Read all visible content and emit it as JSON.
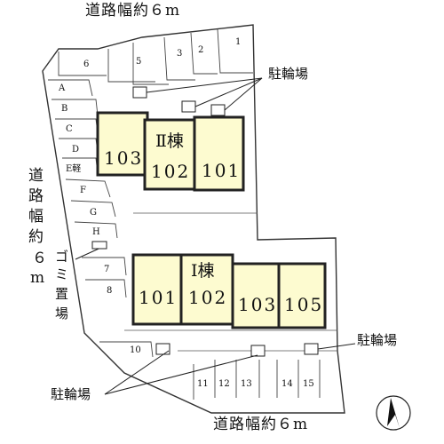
{
  "map": {
    "road_top": "道路幅約６m",
    "road_bottom": "道路幅約６m",
    "road_left": [
      "道",
      "路",
      "幅",
      "約",
      "６",
      "m"
    ],
    "garbage": [
      "ゴ",
      "ミ",
      "置",
      "場"
    ],
    "bicycle_labels": [
      "駐輪場",
      "駐輪場",
      "駐輪場"
    ],
    "parking_left": [
      "A",
      "B",
      "C",
      "D",
      "E軽",
      "F",
      "G",
      "H"
    ],
    "parking_top": [
      "6",
      "5",
      "3",
      "2",
      "1"
    ],
    "parking_left_lower": [
      "7",
      "8",
      "10"
    ],
    "parking_bottom": [
      "11",
      "12",
      "13",
      "14",
      "15"
    ],
    "building2": {
      "name": "Ⅱ棟",
      "units": [
        "103",
        "102",
        "101"
      ]
    },
    "building1": {
      "name": "Ⅰ棟",
      "units": [
        "101",
        "102",
        "103",
        "105"
      ]
    },
    "colors": {
      "lot": "#ffffff",
      "outline": "#333333",
      "building": "#fdfbd0",
      "building_border": "#222222"
    },
    "icon": "north-arrow-icon"
  }
}
